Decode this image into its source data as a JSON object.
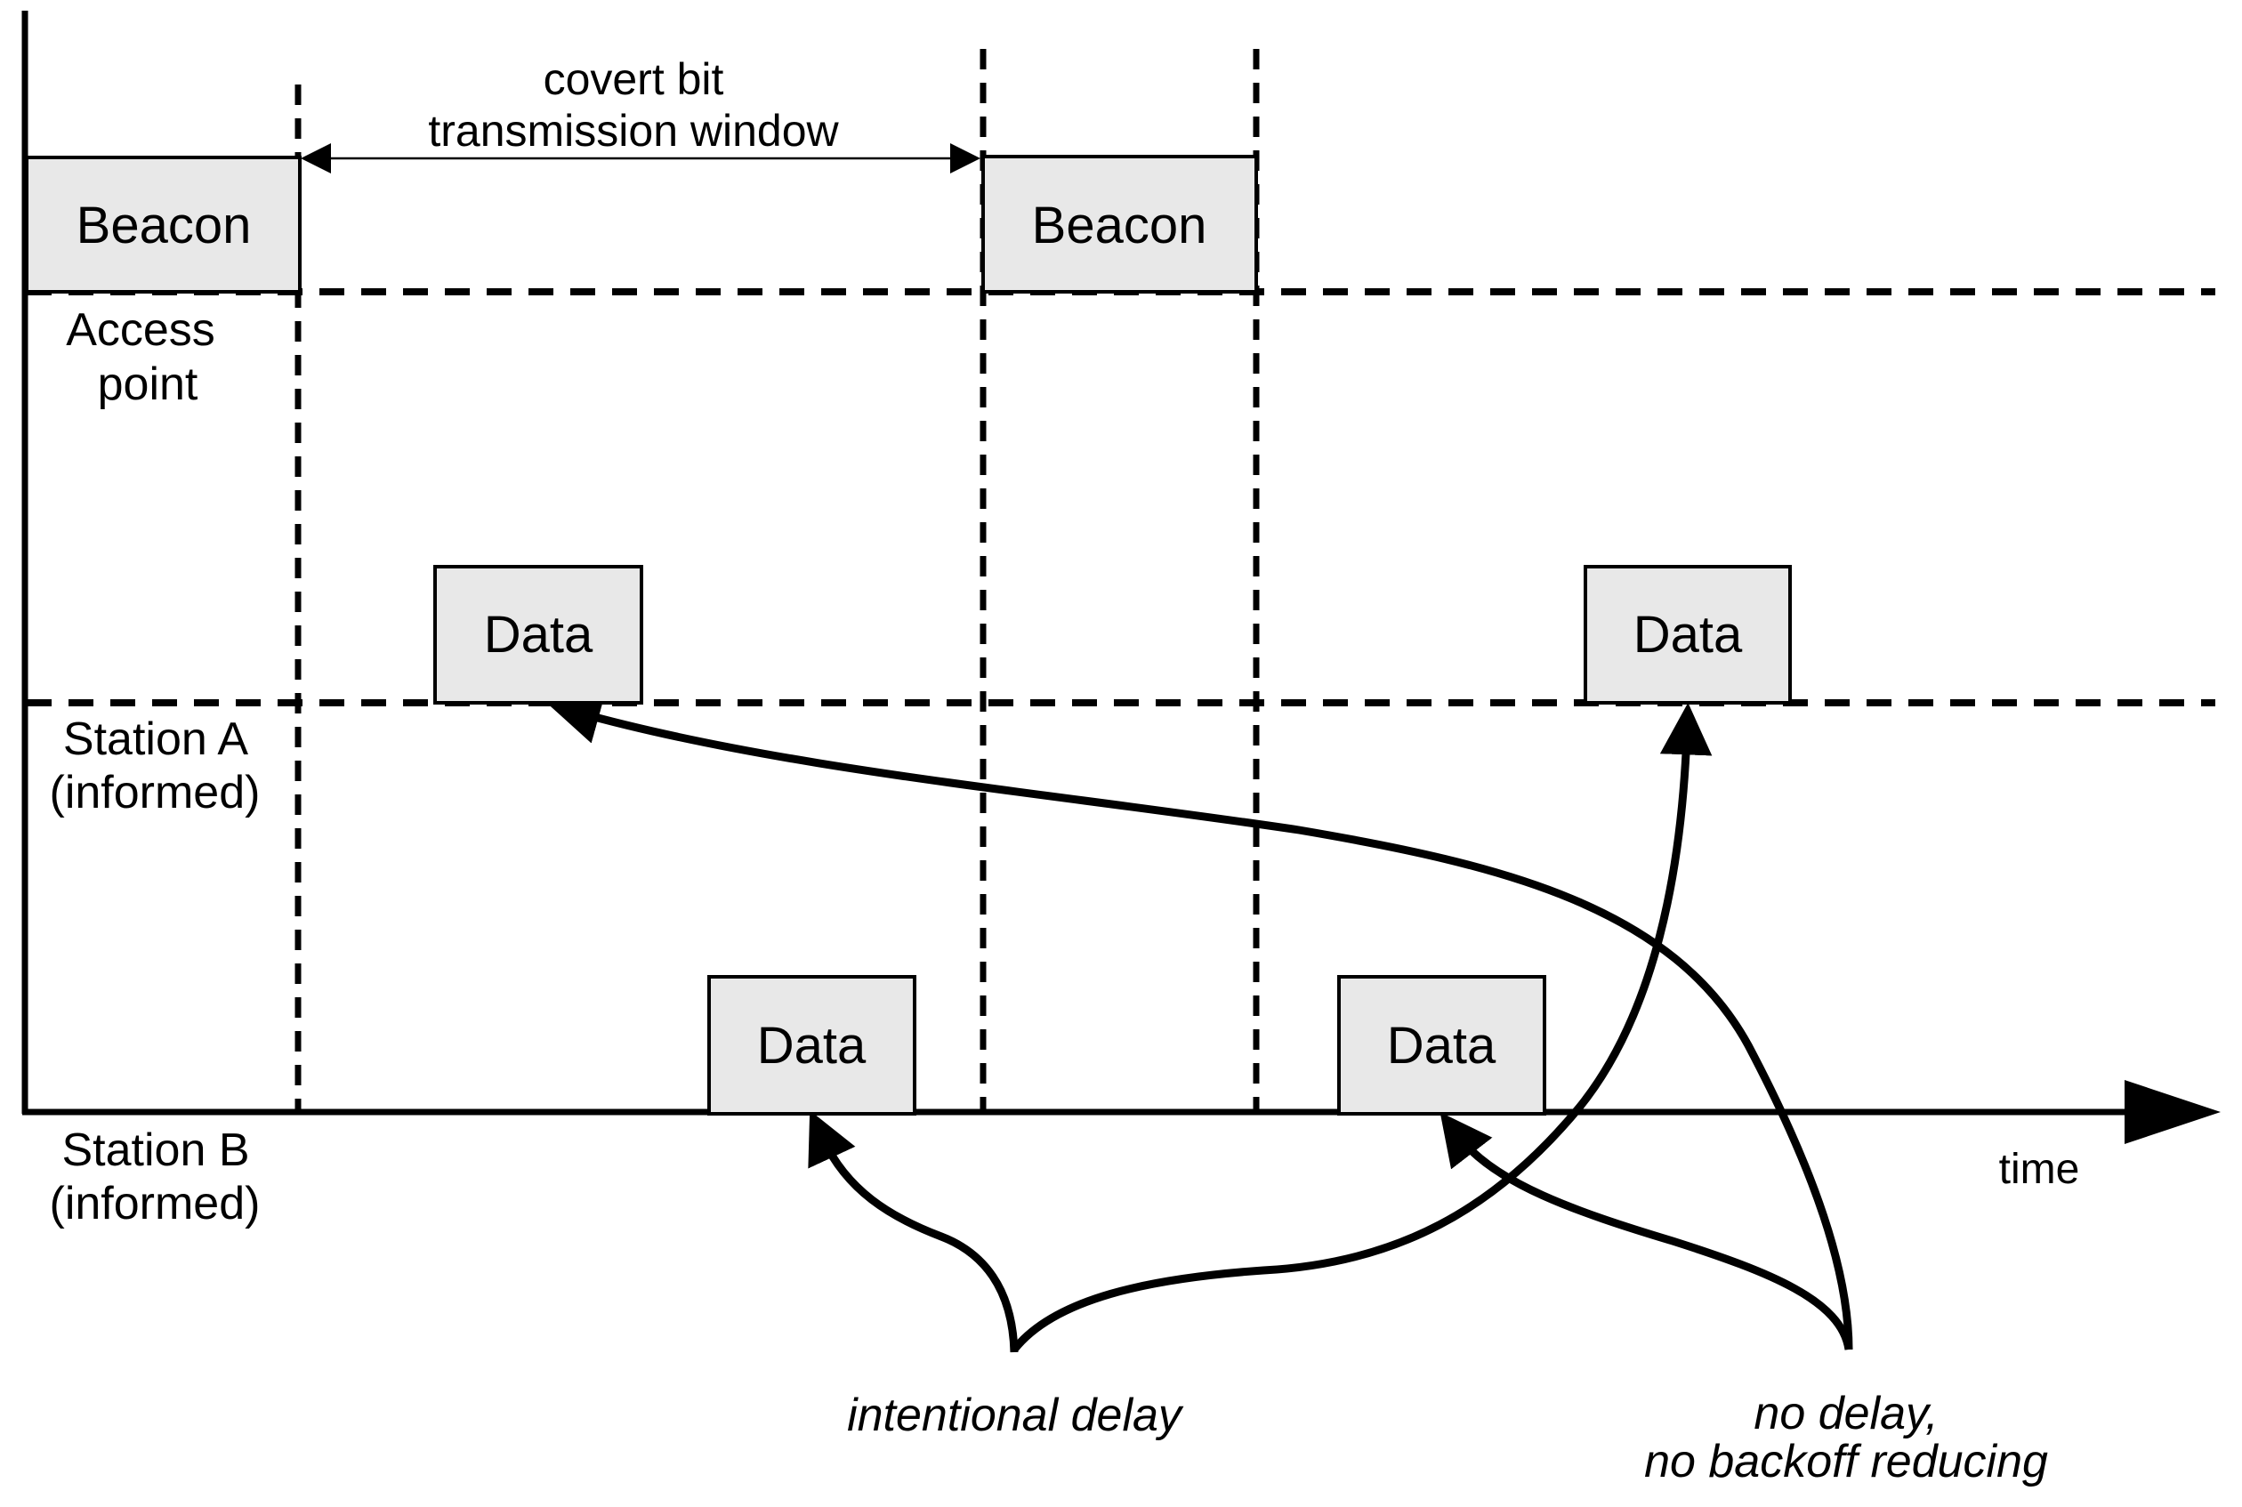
{
  "diagram": {
    "window_annotation": {
      "line1": "covert bit",
      "line2": "transmission window"
    },
    "row_labels": {
      "access_point": {
        "line1": "Access",
        "line2": "point"
      },
      "station_a": {
        "line1": "Station A",
        "line2": "(informed)"
      },
      "station_b": {
        "line1": "Station B",
        "line2": "(informed)"
      }
    },
    "boxes": {
      "beacons": [
        {
          "label": "Beacon"
        },
        {
          "label": "Beacon"
        }
      ],
      "data_frames": [
        {
          "label": "Data"
        },
        {
          "label": "Data"
        },
        {
          "label": "Data"
        },
        {
          "label": "Data"
        }
      ]
    },
    "axis": {
      "time_label": "time"
    },
    "callouts": {
      "intentional_delay": "intentional delay",
      "no_delay": {
        "line1": "no delay,",
        "line2": "no backoff reducing"
      }
    },
    "colors": {
      "background": "#ffffff",
      "line": "#000000",
      "box_fill": "#e8e8e8",
      "box_border": "#000000"
    }
  }
}
